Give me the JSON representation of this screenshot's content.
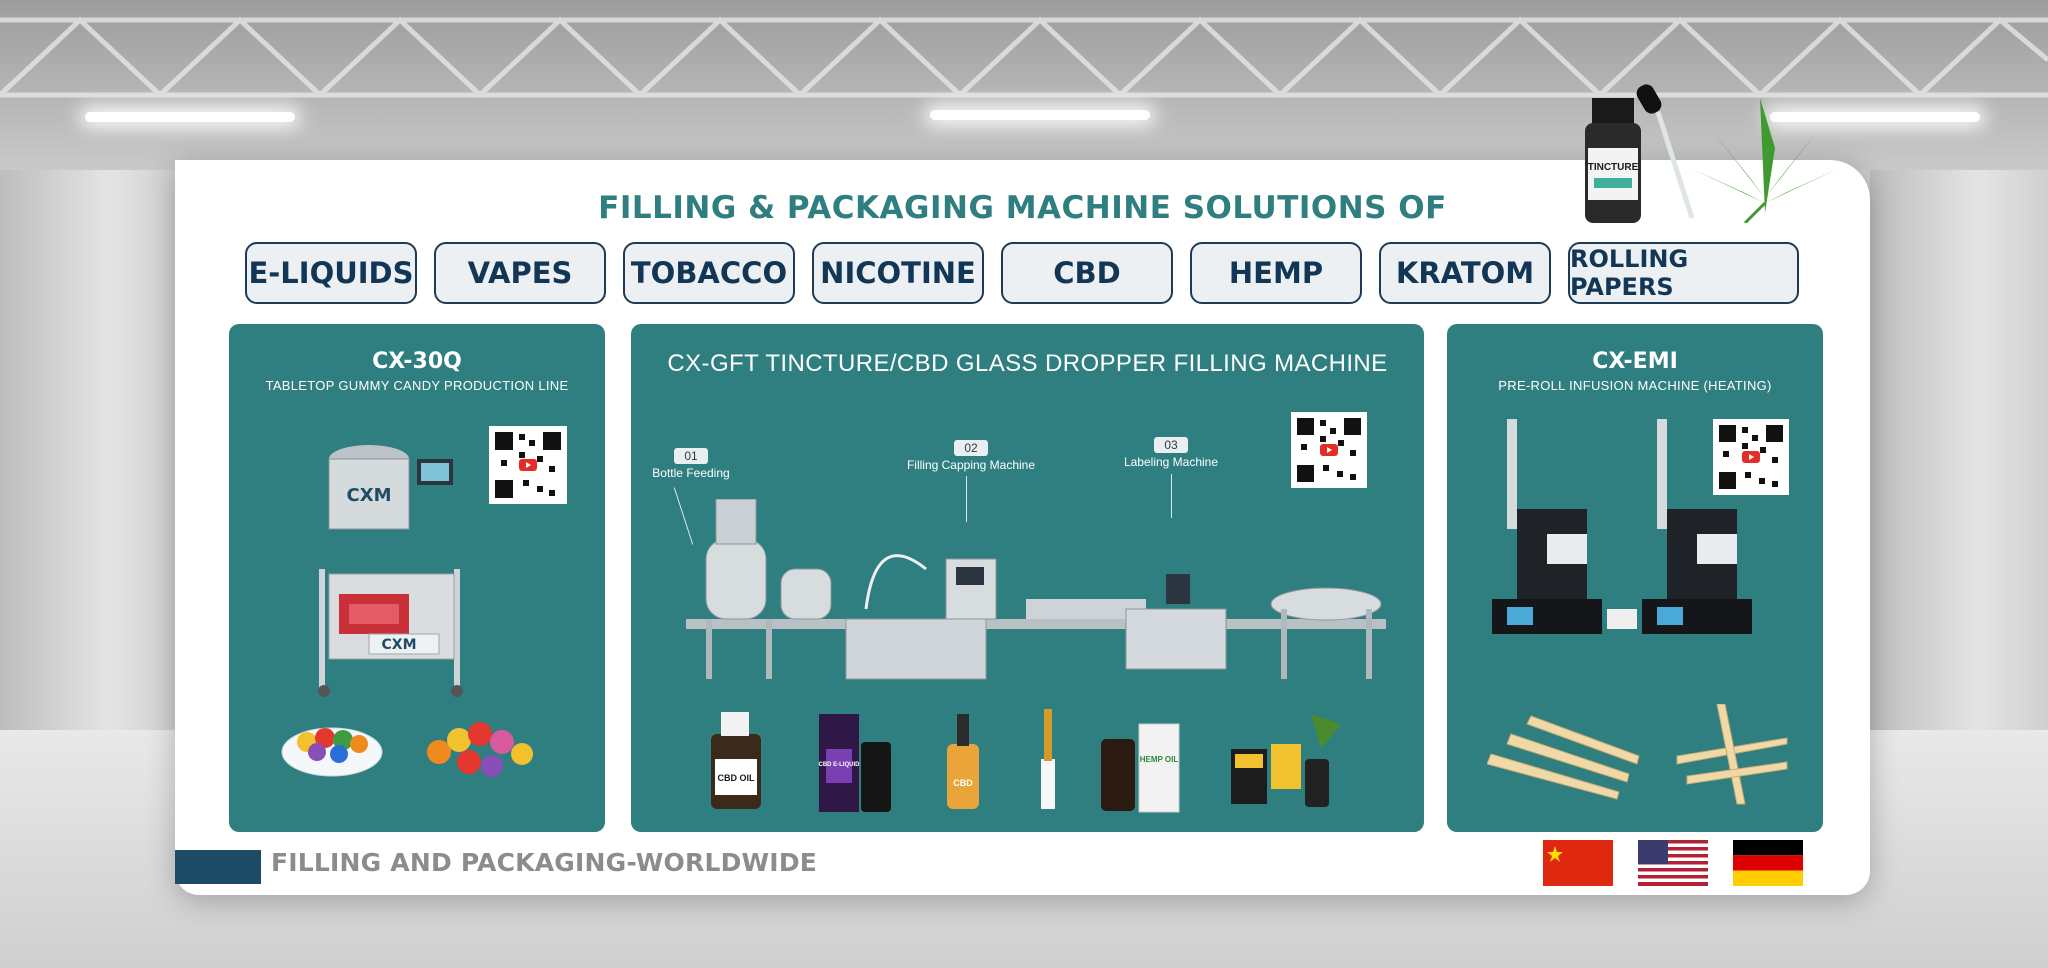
{
  "title": "FILLING & PACKAGING MACHINE SOLUTIONS OF",
  "categories": [
    "E-LIQUIDS",
    "VAPES",
    "TOBACCO",
    "NICOTINE",
    "CBD",
    "HEMP",
    "KRATOM",
    "ROLLING PAPERS"
  ],
  "panels": {
    "left": {
      "code": "CX-30Q",
      "subtitle": "TABLETOP GUMMY CANDY PRODUCTION LINE",
      "brand": "CXM"
    },
    "middle": {
      "title": "CX-GFT TINCTURE/CBD GLASS DROPPER FILLING MACHINE",
      "steps": [
        {
          "num": "01",
          "label": "Bottle Feeding"
        },
        {
          "num": "02",
          "label": "Filling Capping Machine"
        },
        {
          "num": "03",
          "label": "Labeling Machine"
        }
      ],
      "products": [
        "CBD OIL",
        "CBD E-LIQUID",
        "CBD",
        "HEMP OIL"
      ]
    },
    "right": {
      "code": "CX-EMI",
      "subtitle": "PRE-ROLL INFUSION MACHINE (HEATING)"
    }
  },
  "decor": {
    "bottle_label": "TINCTURE"
  },
  "footer": {
    "text": "FILLING AND PACKAGING-WORLDWIDE"
  },
  "languages": [
    "china-flag",
    "usa-flag",
    "germany-flag"
  ],
  "colors": {
    "teal": "#2f7e80",
    "navy": "#1d3b56",
    "footer_bar": "#1e4c66"
  }
}
